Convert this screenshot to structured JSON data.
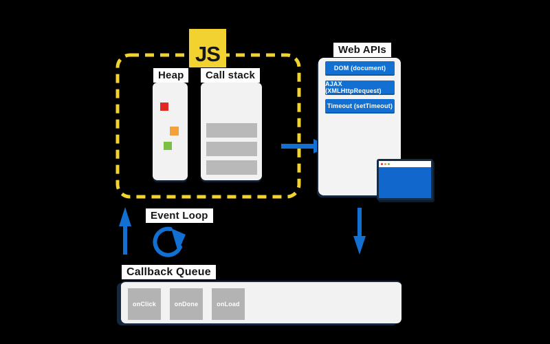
{
  "diagram": {
    "js_logo_text": "JS",
    "heap": {
      "label": "Heap"
    },
    "call_stack": {
      "label": "Call stack"
    },
    "web_apis": {
      "label": "Web APIs",
      "items": [
        "DOM (document)",
        "AJAX (XMLHttpRequest)",
        "Timeout (setTimeout)"
      ]
    },
    "event_loop": {
      "label": "Event Loop"
    },
    "callback_queue": {
      "label": "Callback Queue",
      "items": [
        "onClick",
        "onDone",
        "onLoad"
      ]
    },
    "colors": {
      "background": "#000000",
      "accent_yellow": "#F2D231",
      "accent_blue": "#1170D2",
      "navy_shadow": "#14273D",
      "panel_gray": "#F2F2F2",
      "bar_gray": "#B9B9B9",
      "heap_red": "#E3291F",
      "heap_orange": "#F2A13B",
      "heap_green": "#7CC043"
    }
  }
}
